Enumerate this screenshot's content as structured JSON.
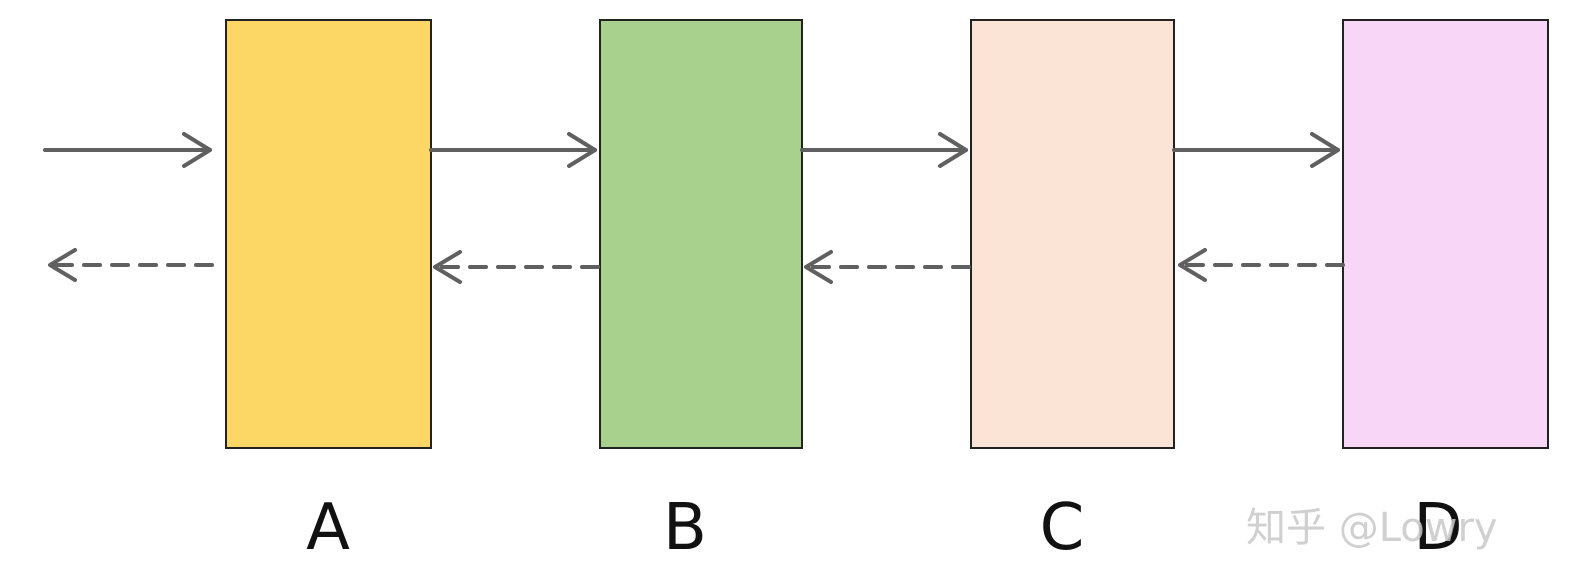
{
  "blocks": [
    {
      "id": "A",
      "label": "A",
      "color": "#fdd766"
    },
    {
      "id": "B",
      "label": "B",
      "color": "#a9d18e"
    },
    {
      "id": "C",
      "label": "C",
      "color": "#fbe4d6"
    },
    {
      "id": "D",
      "label": "D",
      "color": "#f8d6f8"
    }
  ],
  "connections": {
    "forward": {
      "style": "solid",
      "color": "#606060",
      "count": 4
    },
    "backward": {
      "style": "dashed",
      "color": "#606060",
      "count": 4
    }
  },
  "watermark": "知乎 @Lowry"
}
